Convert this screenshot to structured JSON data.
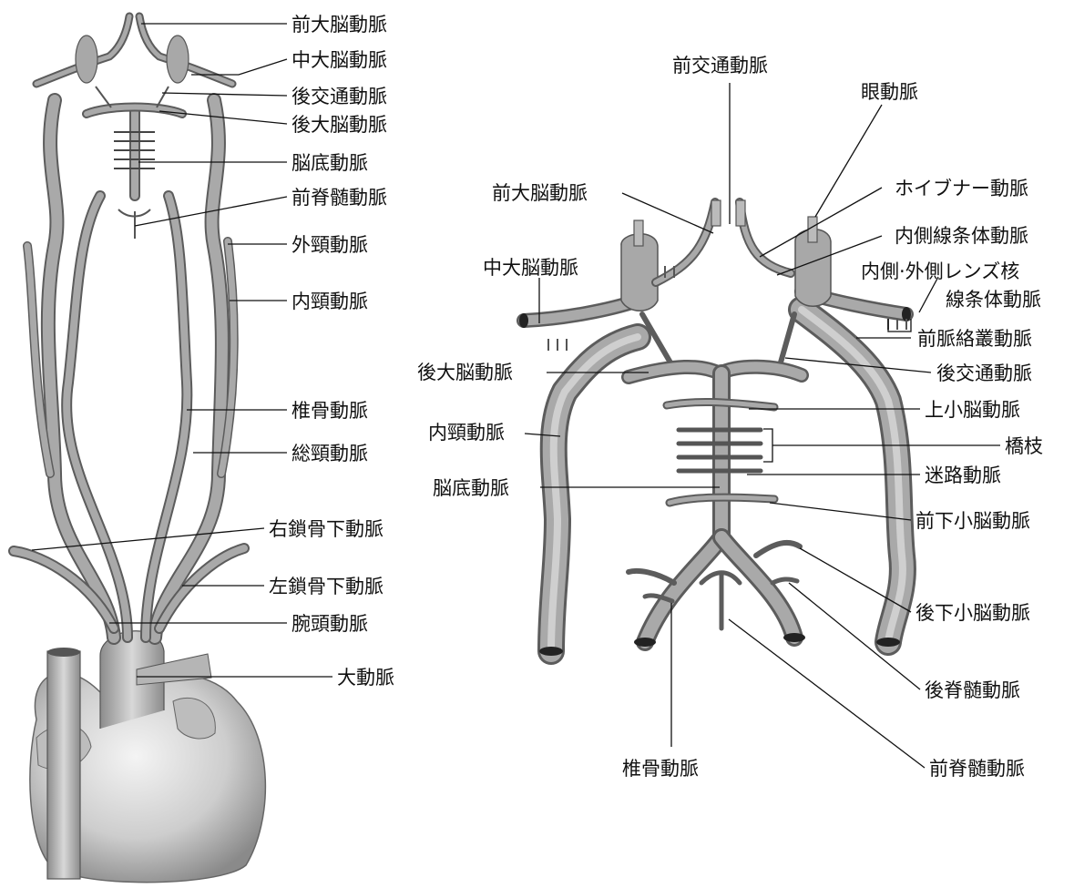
{
  "left_diagram": {
    "labels": [
      "前大脳動脈",
      "中大脳動脈",
      "後交通動脈",
      "後大脳動脈",
      "脳底動脈",
      "前脊髄動脈",
      "外頸動脈",
      "内頸動脈",
      "椎骨動脈",
      "総頸動脈",
      "右鎖骨下動脈",
      "左鎖骨下動脈",
      "腕頭動脈",
      "大動脈"
    ]
  },
  "right_diagram": {
    "labels": [
      "前交通動脈",
      "眼動脈",
      "前大脳動脈",
      "ホイブナー動脈",
      "内側線条体動脈",
      "中大脳動脈",
      "内側·外側レンズ核",
      "線条体動脈",
      "前脈絡叢動脈",
      "後大脳動脈",
      "後交通動脈",
      "上小脳動脈",
      "内頸動脈",
      "橋枝",
      "迷路動脈",
      "脳底動脈",
      "前下小脳動脈",
      "後下小脳動脈",
      "後脊髄動脈",
      "椎骨動脈",
      "前脊髄動脈"
    ]
  }
}
